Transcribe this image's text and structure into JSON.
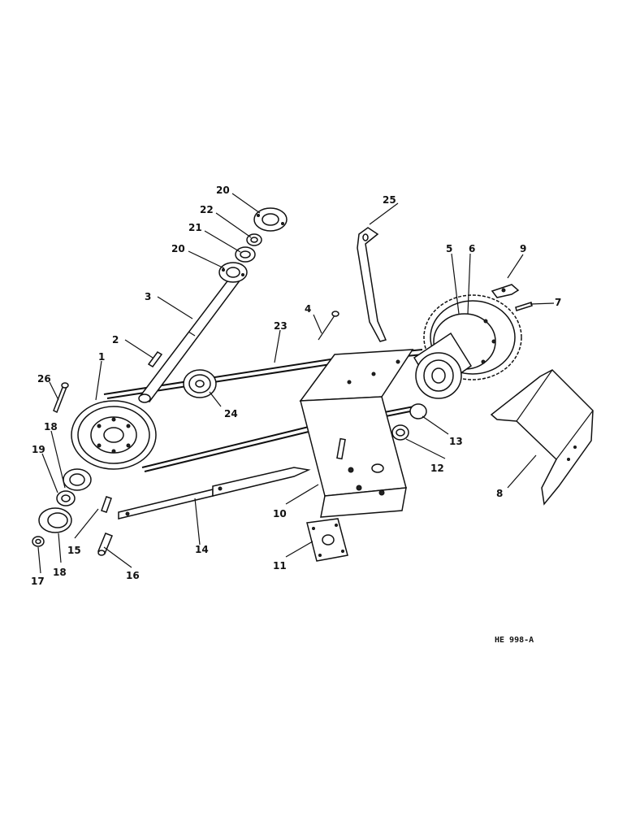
{
  "figure_id": "HE 998-A",
  "callouts": [
    "1",
    "2",
    "3",
    "4",
    "5",
    "6",
    "7",
    "8",
    "9",
    "10",
    "11",
    "12",
    "13",
    "14",
    "15",
    "16",
    "17",
    "18",
    "18",
    "19",
    "20",
    "20",
    "21",
    "22",
    "23",
    "24",
    "25",
    "26"
  ]
}
